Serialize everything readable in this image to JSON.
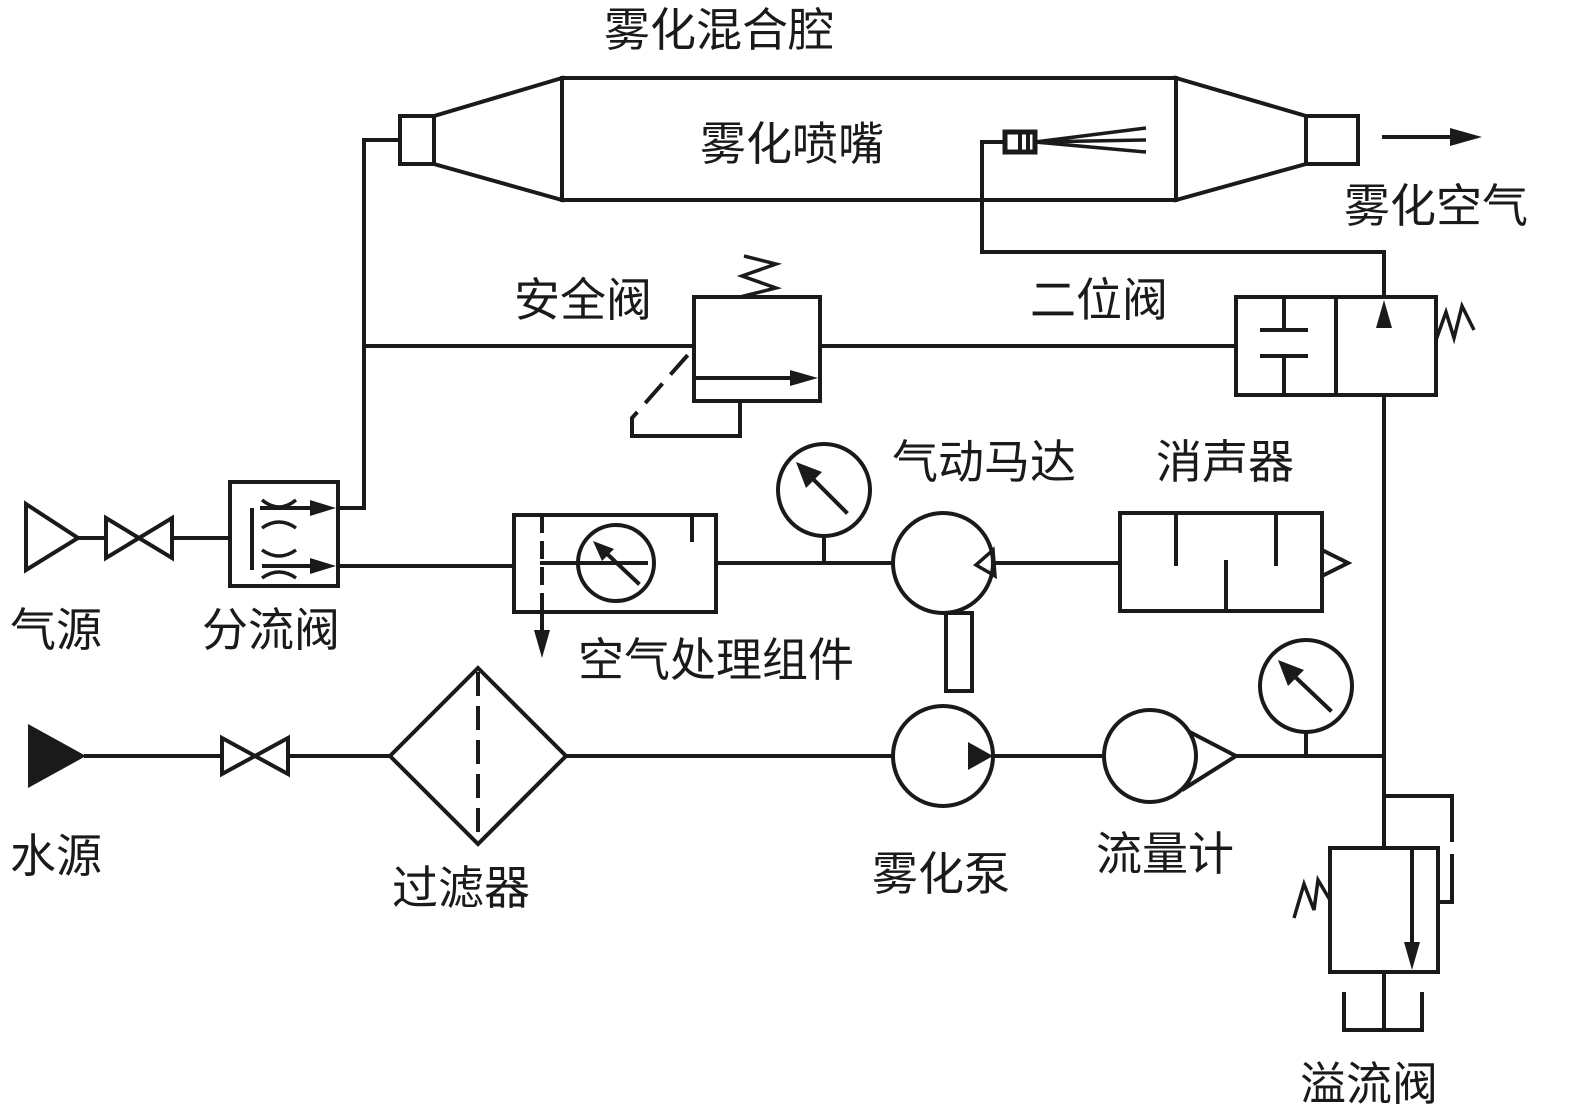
{
  "diagram": {
    "labels": {
      "mixing_chamber": "雾化混合腔",
      "nozzle": "雾化喷嘴",
      "atomized_air": "雾化空气",
      "safety_valve": "安全阀",
      "two_position_valve": "二位阀",
      "air_motor": "气动马达",
      "muffler": "消声器",
      "air_source": "气源",
      "flow_divider": "分流阀",
      "air_treatment_unit": "空气处理组件",
      "water_source": "水源",
      "filter": "过滤器",
      "atomizing_pump": "雾化泵",
      "flow_meter": "流量计",
      "overflow_valve": "溢流阀"
    },
    "colors": {
      "line": "#1a1a1a",
      "background": "#ffffff"
    }
  }
}
